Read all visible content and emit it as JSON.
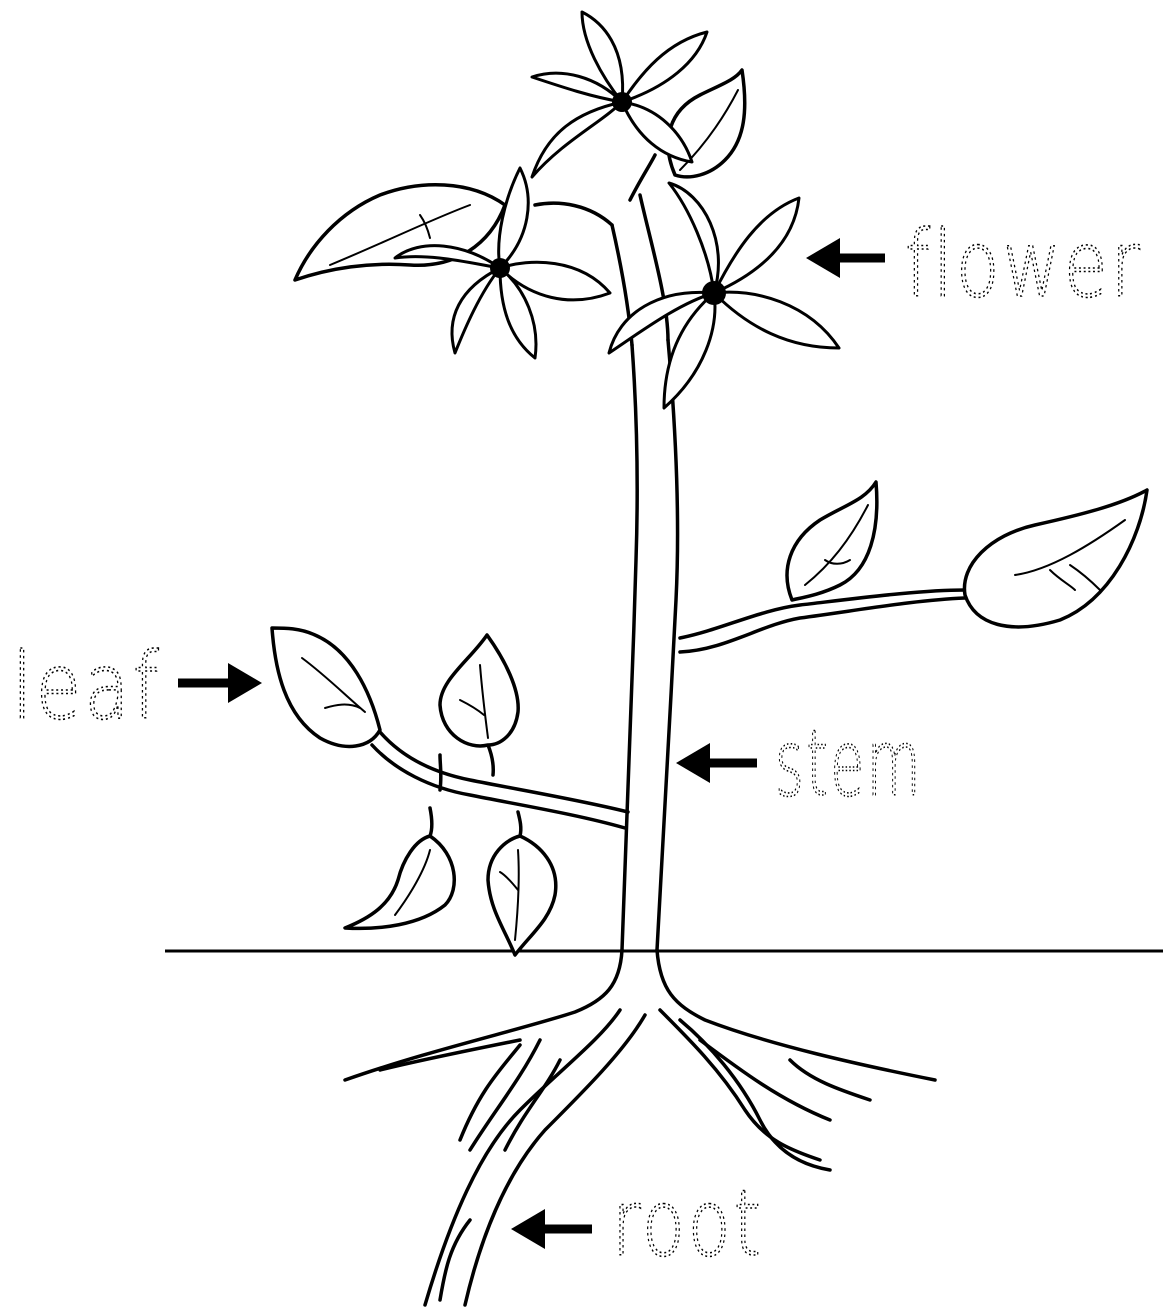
{
  "diagram": {
    "labels": {
      "flower": "flower",
      "leaf": "leaf",
      "stem": "stem",
      "root": "root"
    },
    "colors": {
      "ink": "#000000",
      "background": "#ffffff"
    }
  }
}
